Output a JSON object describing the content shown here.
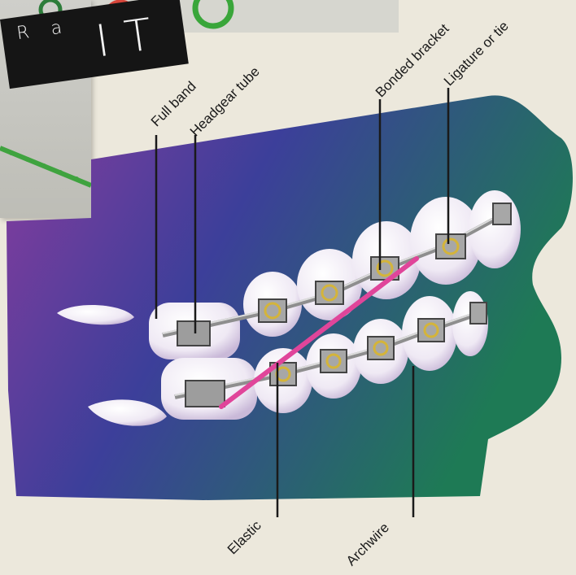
{
  "title": {
    "fragment": "IT",
    "small_text": "R a"
  },
  "labels": {
    "full_band": "Full band",
    "headgear_tube": "Headgear tube",
    "bonded_bracket": "Bonded bracket",
    "ligature": "Ligature or tie",
    "elastic": "Elastic",
    "archwire": "Archwire"
  },
  "colors": {
    "bg_purple": "#7a3a9c",
    "bg_blue": "#3c3f9a",
    "bg_green": "#1e7a55",
    "tooth": "#f3eef6",
    "elastic": "#e0459a",
    "wire": "#b8b8b8",
    "ligature": "#d6b93a"
  }
}
